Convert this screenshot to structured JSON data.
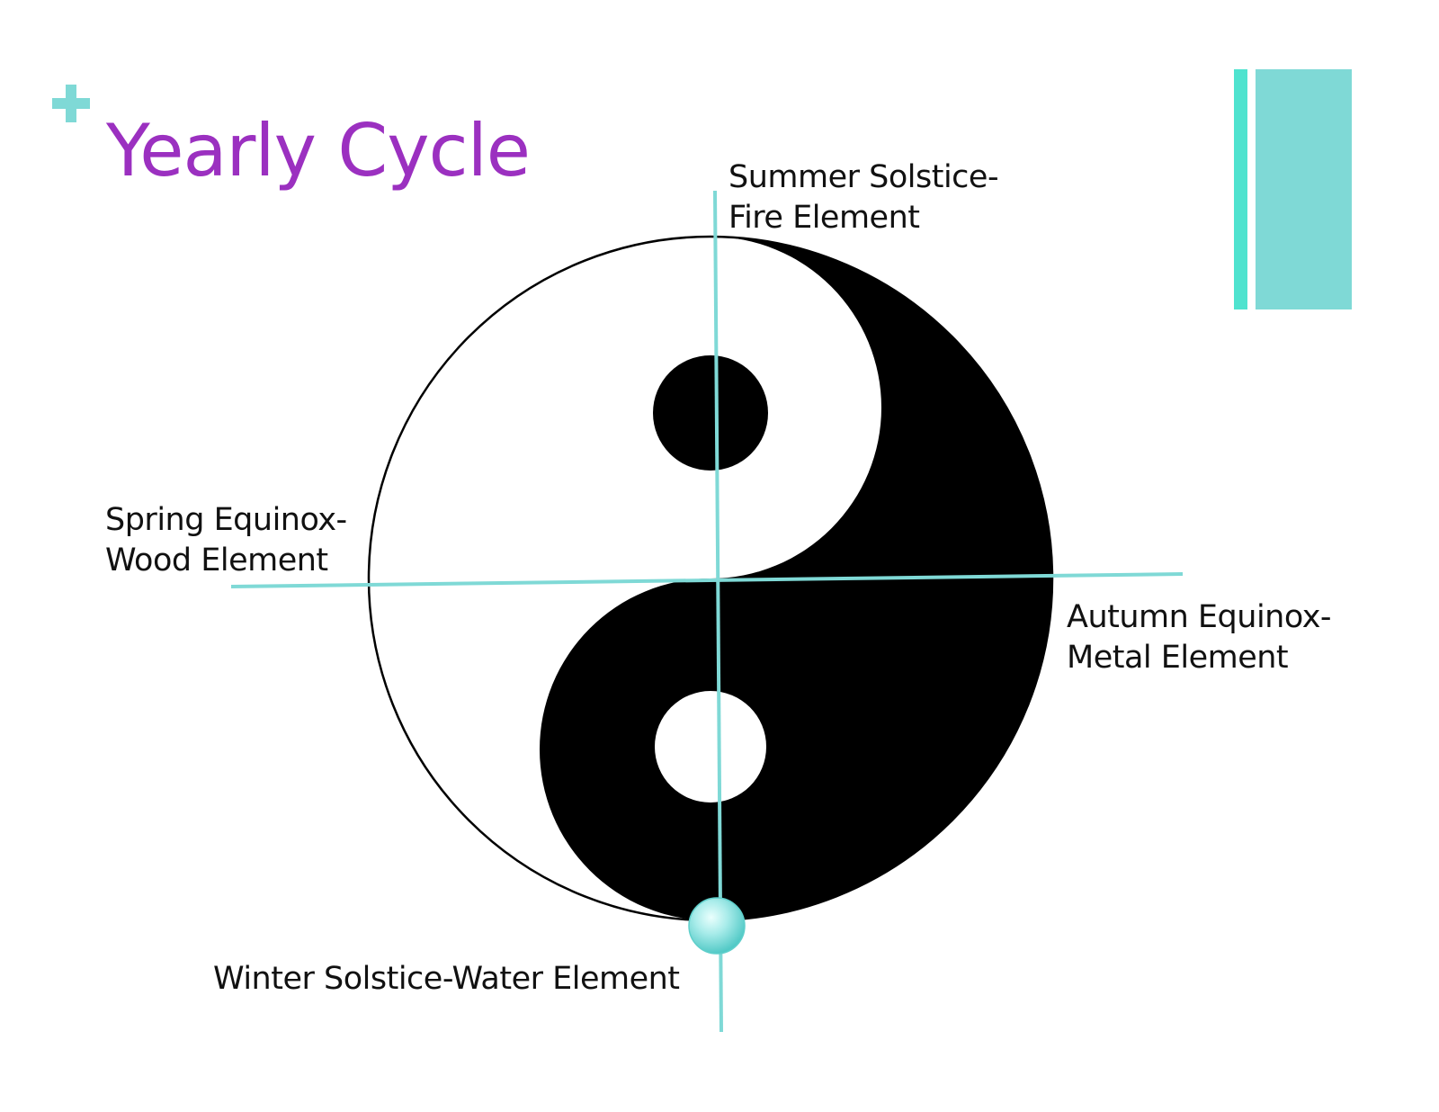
{
  "slide": {
    "title": "Yearly Cycle",
    "colors": {
      "title": "#9b30c0",
      "accent": "#7fd9d6",
      "accent_bright": "#4fe3cf",
      "yin": "#000000",
      "yang": "#ffffff"
    },
    "icons": [
      "plus-icon",
      "yin-yang-symbol"
    ]
  },
  "labels": {
    "summer": {
      "line1": "Summer Solstice-",
      "line2": "Fire Element"
    },
    "spring": {
      "line1": "Spring Equinox-",
      "line2": "Wood Element"
    },
    "autumn": {
      "line1": "Autumn Equinox-",
      "line2": "Metal Element"
    },
    "winter": {
      "line1": "Winter Solstice-Water Element"
    }
  }
}
